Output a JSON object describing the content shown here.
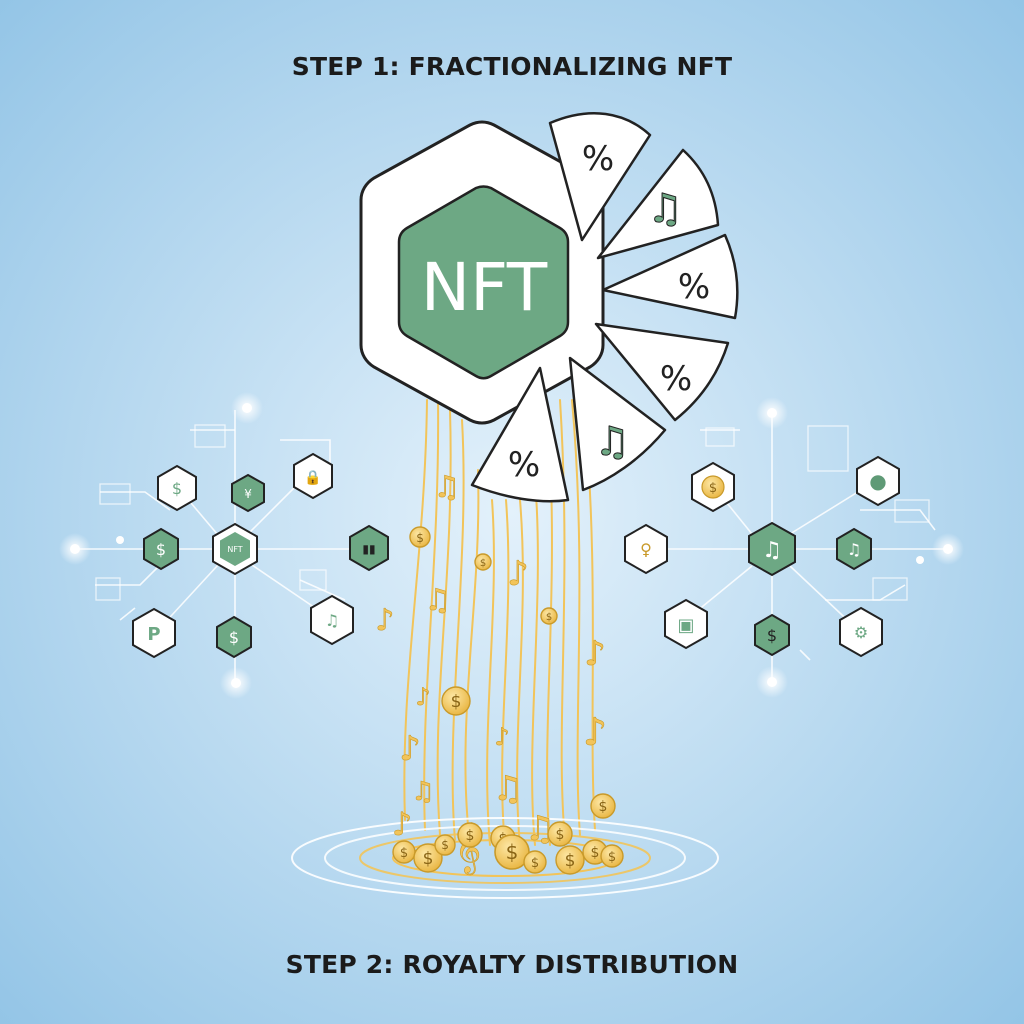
{
  "steps": {
    "step1_title": "STEP 1: FRACTIONALIZING NFT",
    "step2_title": "STEP 2: ROYALTY DISTRIBUTION"
  },
  "nft": {
    "label": "NFT"
  },
  "fragments": [
    {
      "symbol": "%",
      "icon": "percent-icon"
    },
    {
      "symbol": "♫",
      "icon": "music-note-icon"
    },
    {
      "symbol": "%",
      "icon": "percent-icon"
    },
    {
      "symbol": "%",
      "icon": "percent-icon"
    },
    {
      "symbol": "♫",
      "icon": "music-note-icon"
    },
    {
      "symbol": "%",
      "icon": "percent-icon"
    }
  ],
  "left_network": {
    "hub_label": "NFT",
    "nodes": [
      {
        "symbol": "$",
        "icon": "dollar-icon",
        "style": "light"
      },
      {
        "symbol": "¥",
        "icon": "yen-icon",
        "style": "green"
      },
      {
        "symbol": "🔒",
        "icon": "lock-icon",
        "style": "light"
      },
      {
        "symbol": "$",
        "icon": "dollar-icon",
        "style": "green"
      },
      {
        "symbol": "▮▮",
        "icon": "book-icon",
        "style": "green"
      },
      {
        "symbol": "P",
        "icon": "coin-p-icon",
        "style": "light"
      },
      {
        "symbol": "$",
        "icon": "dollar-icon",
        "style": "green"
      },
      {
        "symbol": "♫",
        "icon": "music-note-icon",
        "style": "light"
      }
    ]
  },
  "right_network": {
    "hub_label": "♫",
    "nodes": [
      {
        "symbol": "$",
        "icon": "coin-icon",
        "style": "light"
      },
      {
        "symbol": "●",
        "icon": "wallet-icon",
        "style": "light"
      },
      {
        "symbol": "♀",
        "icon": "user-icon",
        "style": "light"
      },
      {
        "symbol": "♫",
        "icon": "music-note-icon",
        "style": "green"
      },
      {
        "symbol": "▣",
        "icon": "image-icon",
        "style": "light"
      },
      {
        "symbol": "$",
        "icon": "dollar-icon",
        "style": "green"
      },
      {
        "symbol": "⚙",
        "icon": "settings-icon",
        "style": "light"
      }
    ]
  },
  "colors": {
    "background_center": "#e3f1fb",
    "background_edge": "#92c4e6",
    "nft_green": "#6da884",
    "gold": "#f2c45a",
    "gold_dark": "#c99a2a",
    "outline": "#222222"
  }
}
